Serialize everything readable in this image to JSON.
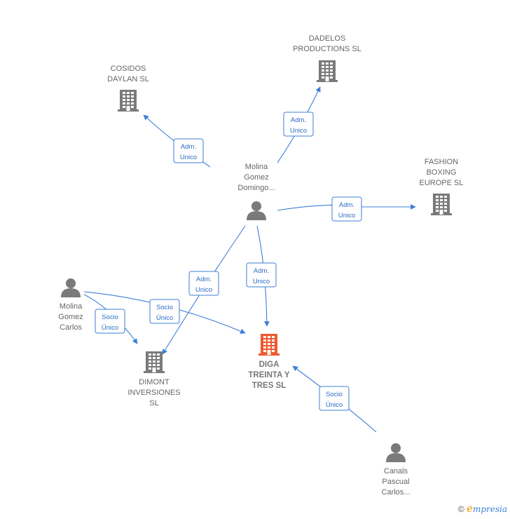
{
  "colors": {
    "edge": "#3d7fd6",
    "building": "#7a7a7a",
    "building_focus": "#f0582e",
    "person": "#7a7a7a"
  },
  "nodes": [
    {
      "id": "cosidos",
      "kind": "building",
      "lines": [
        "COSIDOS",
        "DAYLAN  SL"
      ]
    },
    {
      "id": "dadelos",
      "kind": "building",
      "lines": [
        "DADELOS",
        "PRODUCTIONS SL"
      ]
    },
    {
      "id": "fashion",
      "kind": "building",
      "lines": [
        "FASHION",
        "BOXING",
        "EUROPE  SL"
      ]
    },
    {
      "id": "molina_domingo",
      "kind": "person",
      "lines": [
        "Molina",
        "Gomez",
        "Domingo..."
      ]
    },
    {
      "id": "molina_carlos",
      "kind": "person",
      "lines": [
        "Molina",
        "Gomez",
        "Carlos"
      ]
    },
    {
      "id": "dimont",
      "kind": "building",
      "lines": [
        "DIMONT",
        "INVERSIONES",
        "SL"
      ]
    },
    {
      "id": "diga",
      "kind": "building",
      "focus": true,
      "lines": [
        "DIGA",
        "TREINTA Y",
        "TRES  SL"
      ]
    },
    {
      "id": "canals",
      "kind": "person",
      "lines": [
        "Canals",
        "Pascual",
        "Carlos..."
      ]
    }
  ],
  "edges": [
    {
      "id": "e1",
      "from": "molina_domingo",
      "to": "cosidos",
      "label": [
        "Adm.",
        "Unico"
      ]
    },
    {
      "id": "e2",
      "from": "molina_domingo",
      "to": "dadelos",
      "label": [
        "Adm.",
        "Unico"
      ]
    },
    {
      "id": "e3",
      "from": "molina_domingo",
      "to": "fashion",
      "label": [
        "Adm.",
        "Unico"
      ]
    },
    {
      "id": "e4",
      "from": "molina_domingo",
      "to": "dimont",
      "label": [
        "Adm.",
        "Unico"
      ]
    },
    {
      "id": "e5",
      "from": "molina_domingo",
      "to": "diga",
      "label": [
        "Adm.",
        "Unico"
      ]
    },
    {
      "id": "e6",
      "from": "molina_carlos",
      "to": "dimont",
      "label": [
        "Socio",
        "Único"
      ]
    },
    {
      "id": "e7",
      "from": "molina_carlos",
      "to": "diga",
      "label": [
        "Socio",
        "Único"
      ]
    },
    {
      "id": "e8",
      "from": "canals",
      "to": "diga",
      "label": [
        "Socio",
        "Único"
      ]
    }
  ],
  "footer": {
    "copyright": "©",
    "brand_initial": "e",
    "brand_rest": "mpresia"
  }
}
